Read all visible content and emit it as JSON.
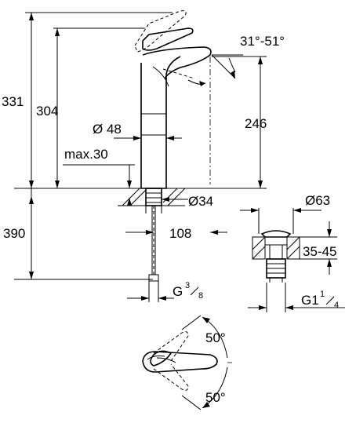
{
  "dimensions": {
    "total_height": "331",
    "body_height": "304",
    "diameter_body": "Ø 48",
    "max_thickness": "max.30",
    "spout_height": "246",
    "angle_range": "31°-51°",
    "hole_diameter": "Ø34",
    "hose_length": "390",
    "spout_reach": "108",
    "connection_prefix": "G",
    "connection_fraction_num": "3",
    "connection_fraction_den": "8",
    "waste_diameter": "Ø63",
    "waste_thickness": "35-45",
    "waste_thread_prefix": "G1",
    "waste_thread_num": "1",
    "waste_thread_den": "4",
    "handle_angle_top": "50°",
    "handle_angle_bottom": "50°"
  }
}
